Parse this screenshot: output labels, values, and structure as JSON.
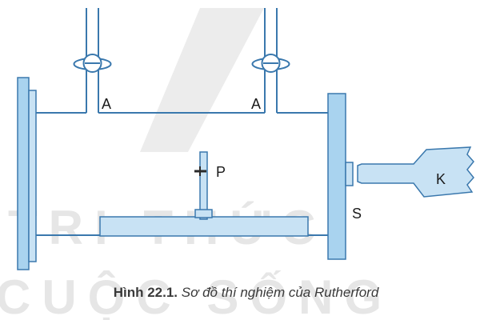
{
  "watermark": {
    "line1": "TRI THỨC",
    "line2": "CUỘC SỐNG"
  },
  "labels": {
    "valve_left": "A",
    "valve_right": "A",
    "pin": "P",
    "screen": "S",
    "source": "K"
  },
  "caption": {
    "figure_number": "Hình 22.1.",
    "text": "Sơ đồ thí nghiệm của Rutherford"
  },
  "colors": {
    "outline": "#3a78ad",
    "fill_light": "#c8e2f4",
    "fill_panel": "#a9d3ef",
    "watermark": "#e6e6e6"
  }
}
